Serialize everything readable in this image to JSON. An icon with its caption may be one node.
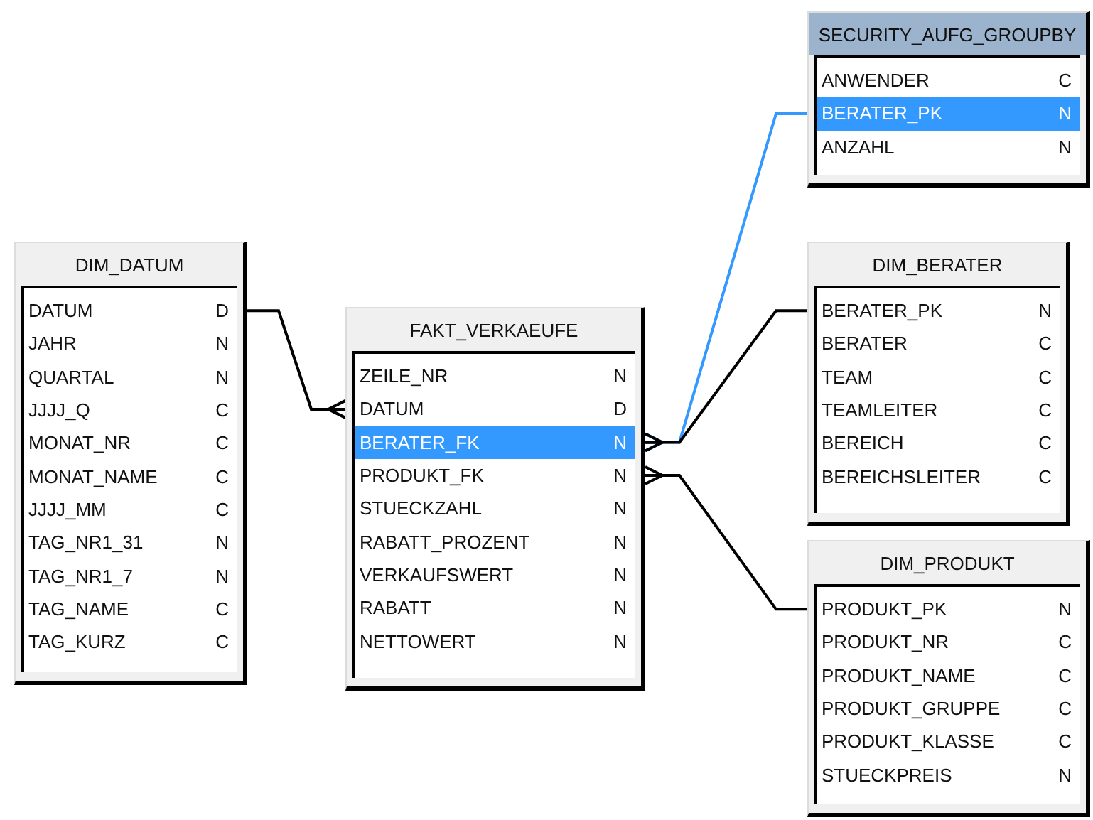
{
  "diagram": {
    "nodes": [
      {
        "text": [
          "DIM_DATUM"
        ]
      },
      {
        "text": [
          "DATUM",
          "D"
        ],
        "in": 0
      },
      {
        "text": [
          "JAHR",
          "N"
        ],
        "in": 0
      },
      {
        "text": [
          "QUARTAL",
          "N"
        ],
        "in": 0
      },
      {
        "text": [
          "JJJJ_Q",
          "C"
        ],
        "in": 0
      },
      {
        "text": [
          "MONAT_NR",
          "C"
        ],
        "in": 0
      },
      {
        "text": [
          "MONAT_NAME",
          "C"
        ],
        "in": 0
      },
      {
        "text": [
          "JJJJ_MM",
          "C"
        ],
        "in": 0
      },
      {
        "text": [
          "TAG_NR1_31",
          "N"
        ],
        "in": 0
      },
      {
        "text": [
          "TAG_NR1_7",
          "N"
        ],
        "in": 0
      },
      {
        "text": [
          "TAG_NAME",
          "C"
        ],
        "in": 0
      },
      {
        "text": [
          "TAG_KURZ",
          "C"
        ],
        "in": 0
      },
      {
        "text": [
          "FAKT_VERKAEUFE"
        ]
      },
      {
        "text": [
          "ZEILE_NR",
          "N"
        ],
        "in": 12
      },
      {
        "text": [
          "DATUM",
          "D"
        ],
        "in": 12
      },
      {
        "text": [
          "BERATER_FK",
          "N"
        ],
        "in": 12
      },
      {
        "text": [
          "PRODUKT_FK",
          "N"
        ],
        "in": 12
      },
      {
        "text": [
          "STUECKZAHL",
          "N"
        ],
        "in": 12
      },
      {
        "text": [
          "RABATT_PROZENT",
          "N"
        ],
        "in": 12
      },
      {
        "text": [
          "VERKAUFSWERT",
          "N"
        ],
        "in": 12
      },
      {
        "text": [
          "RABATT",
          "N"
        ],
        "in": 12
      },
      {
        "text": [
          "NETTOWERT",
          "N"
        ],
        "in": 12
      },
      {
        "text": [
          "SECURITY_AUFG_GROUPBY"
        ]
      },
      {
        "text": [
          "ANWENDER",
          "C"
        ],
        "in": 22
      },
      {
        "text": [
          "BERATER_PK",
          "N"
        ],
        "in": 22
      },
      {
        "text": [
          "ANZAHL",
          "N"
        ],
        "in": 22
      },
      {
        "text": [
          "DIM_BERATER"
        ]
      },
      {
        "text": [
          "BERATER_PK",
          "N"
        ],
        "in": 26
      },
      {
        "text": [
          "BERATER",
          "C"
        ],
        "in": 26
      },
      {
        "text": [
          "TEAM",
          "C"
        ],
        "in": 26
      },
      {
        "text": [
          "TEAMLEITER",
          "C"
        ],
        "in": 26
      },
      {
        "text": [
          "BEREICH",
          "C"
        ],
        "in": 26
      },
      {
        "text": [
          "BEREICHSLEITER",
          "C"
        ],
        "in": 26
      },
      {
        "text": [
          "DIM_PRODUKT"
        ]
      },
      {
        "text": [
          "PRODUKT_PK",
          "N"
        ],
        "in": 33
      },
      {
        "text": [
          "PRODUKT_NR",
          "C"
        ],
        "in": 33
      },
      {
        "text": [
          "PRODUKT_NAME",
          "C"
        ],
        "in": 33
      },
      {
        "text": [
          "PRODUKT_GRUPPE",
          "C"
        ],
        "in": 33
      },
      {
        "text": [
          "PRODUKT_KLASSE",
          "C"
        ],
        "in": 33
      },
      {
        "text": [
          "STUECKPREIS",
          "N"
        ],
        "in": 33
      }
    ],
    "edges": [
      {
        "from": 1,
        "to": 14,
        "arrow": "other"
      },
      {
        "from": 24,
        "to": 15,
        "arrow": "other",
        "color": "#3399ff"
      },
      {
        "from": 27,
        "to": 15,
        "arrow": "other"
      },
      {
        "from": 34,
        "to": 16,
        "arrow": "other"
      }
    ]
  }
}
